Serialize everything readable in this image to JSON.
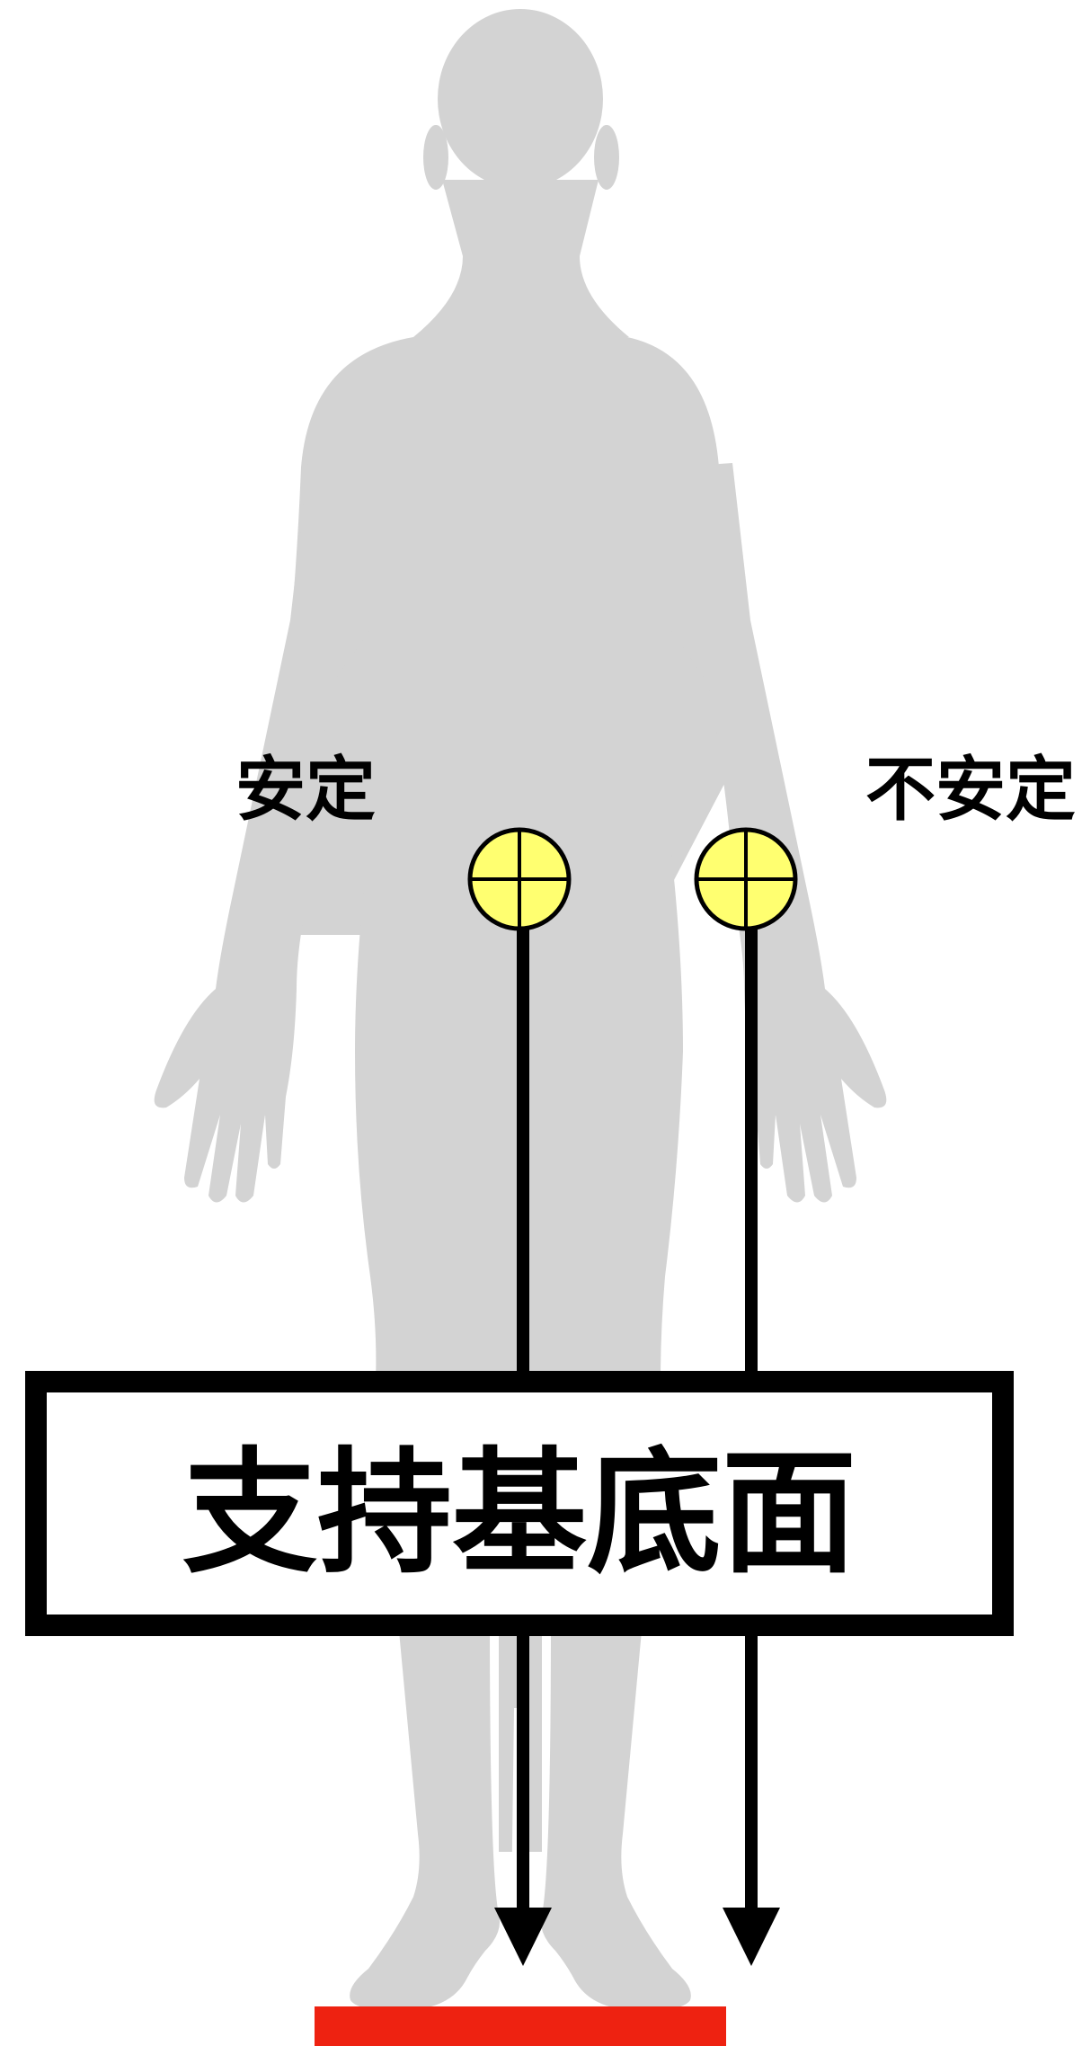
{
  "labels": {
    "stable": "安定",
    "unstable": "不安定",
    "base_of_support": "支持基底面"
  },
  "colors": {
    "silhouette": "#d3d3d3",
    "center_of_gravity_fill": "#ffff70",
    "line": "#000000",
    "base_bar": "#ee2211",
    "box_border": "#000000",
    "background": "#ffffff"
  },
  "icons": {
    "center_of_gravity": "center-of-gravity-symbol",
    "arrow": "downward-arrow"
  }
}
